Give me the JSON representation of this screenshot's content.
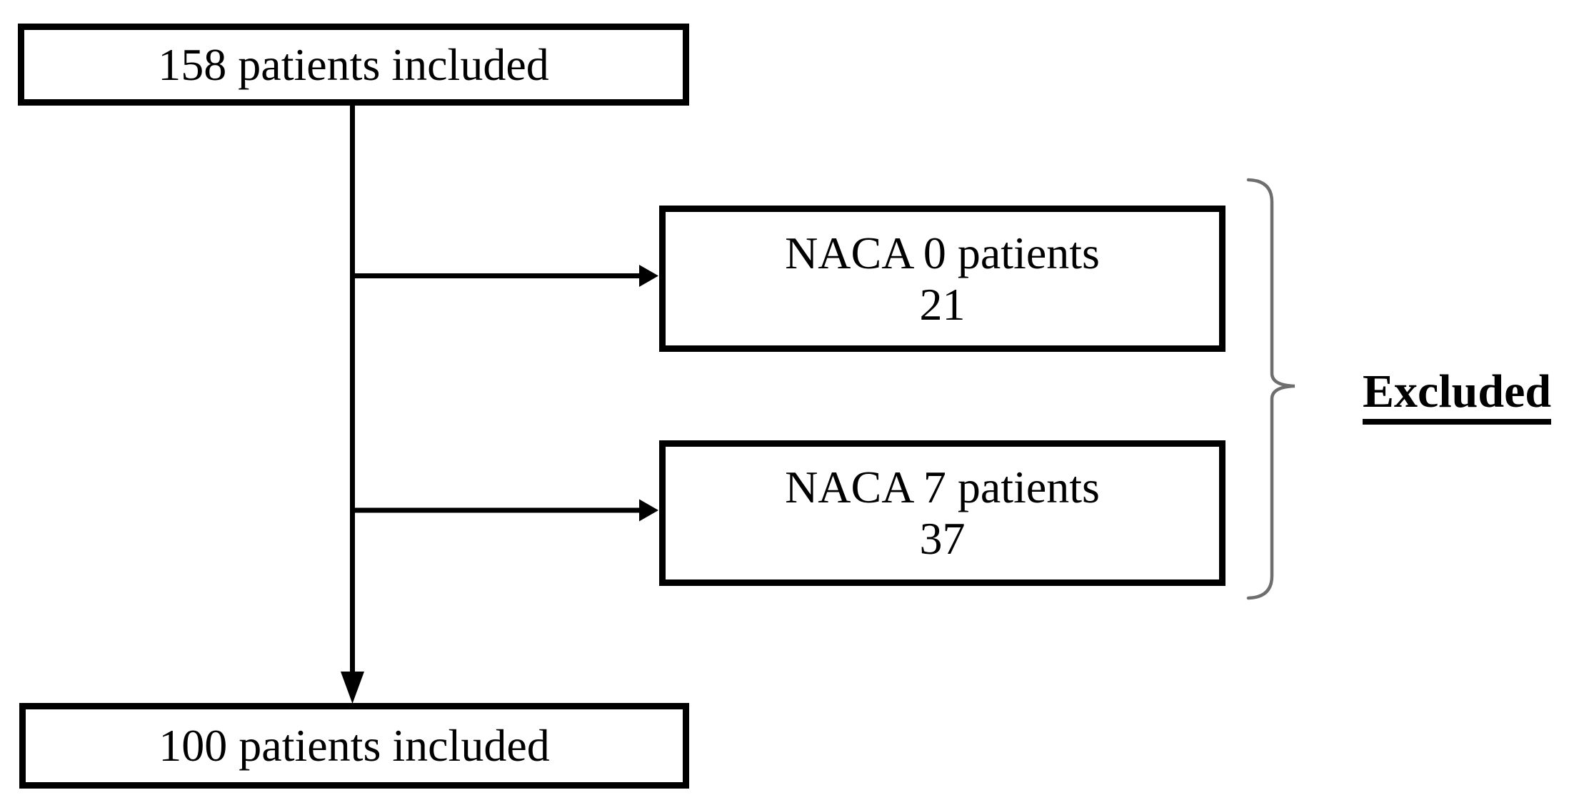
{
  "diagram": {
    "top_box": {
      "label": "158 patients included"
    },
    "naca0_box": {
      "title": "NACA 0 patients",
      "count": "21"
    },
    "naca7_box": {
      "title": "NACA 7 patients",
      "count": "37"
    },
    "bottom_box": {
      "label": "100 patients included"
    },
    "excluded_label": "Excluded",
    "colors": {
      "box_border": "#000000",
      "text": "#000000",
      "arrow": "#000000",
      "brace": "#6e6e6e",
      "background": "#ffffff"
    }
  }
}
